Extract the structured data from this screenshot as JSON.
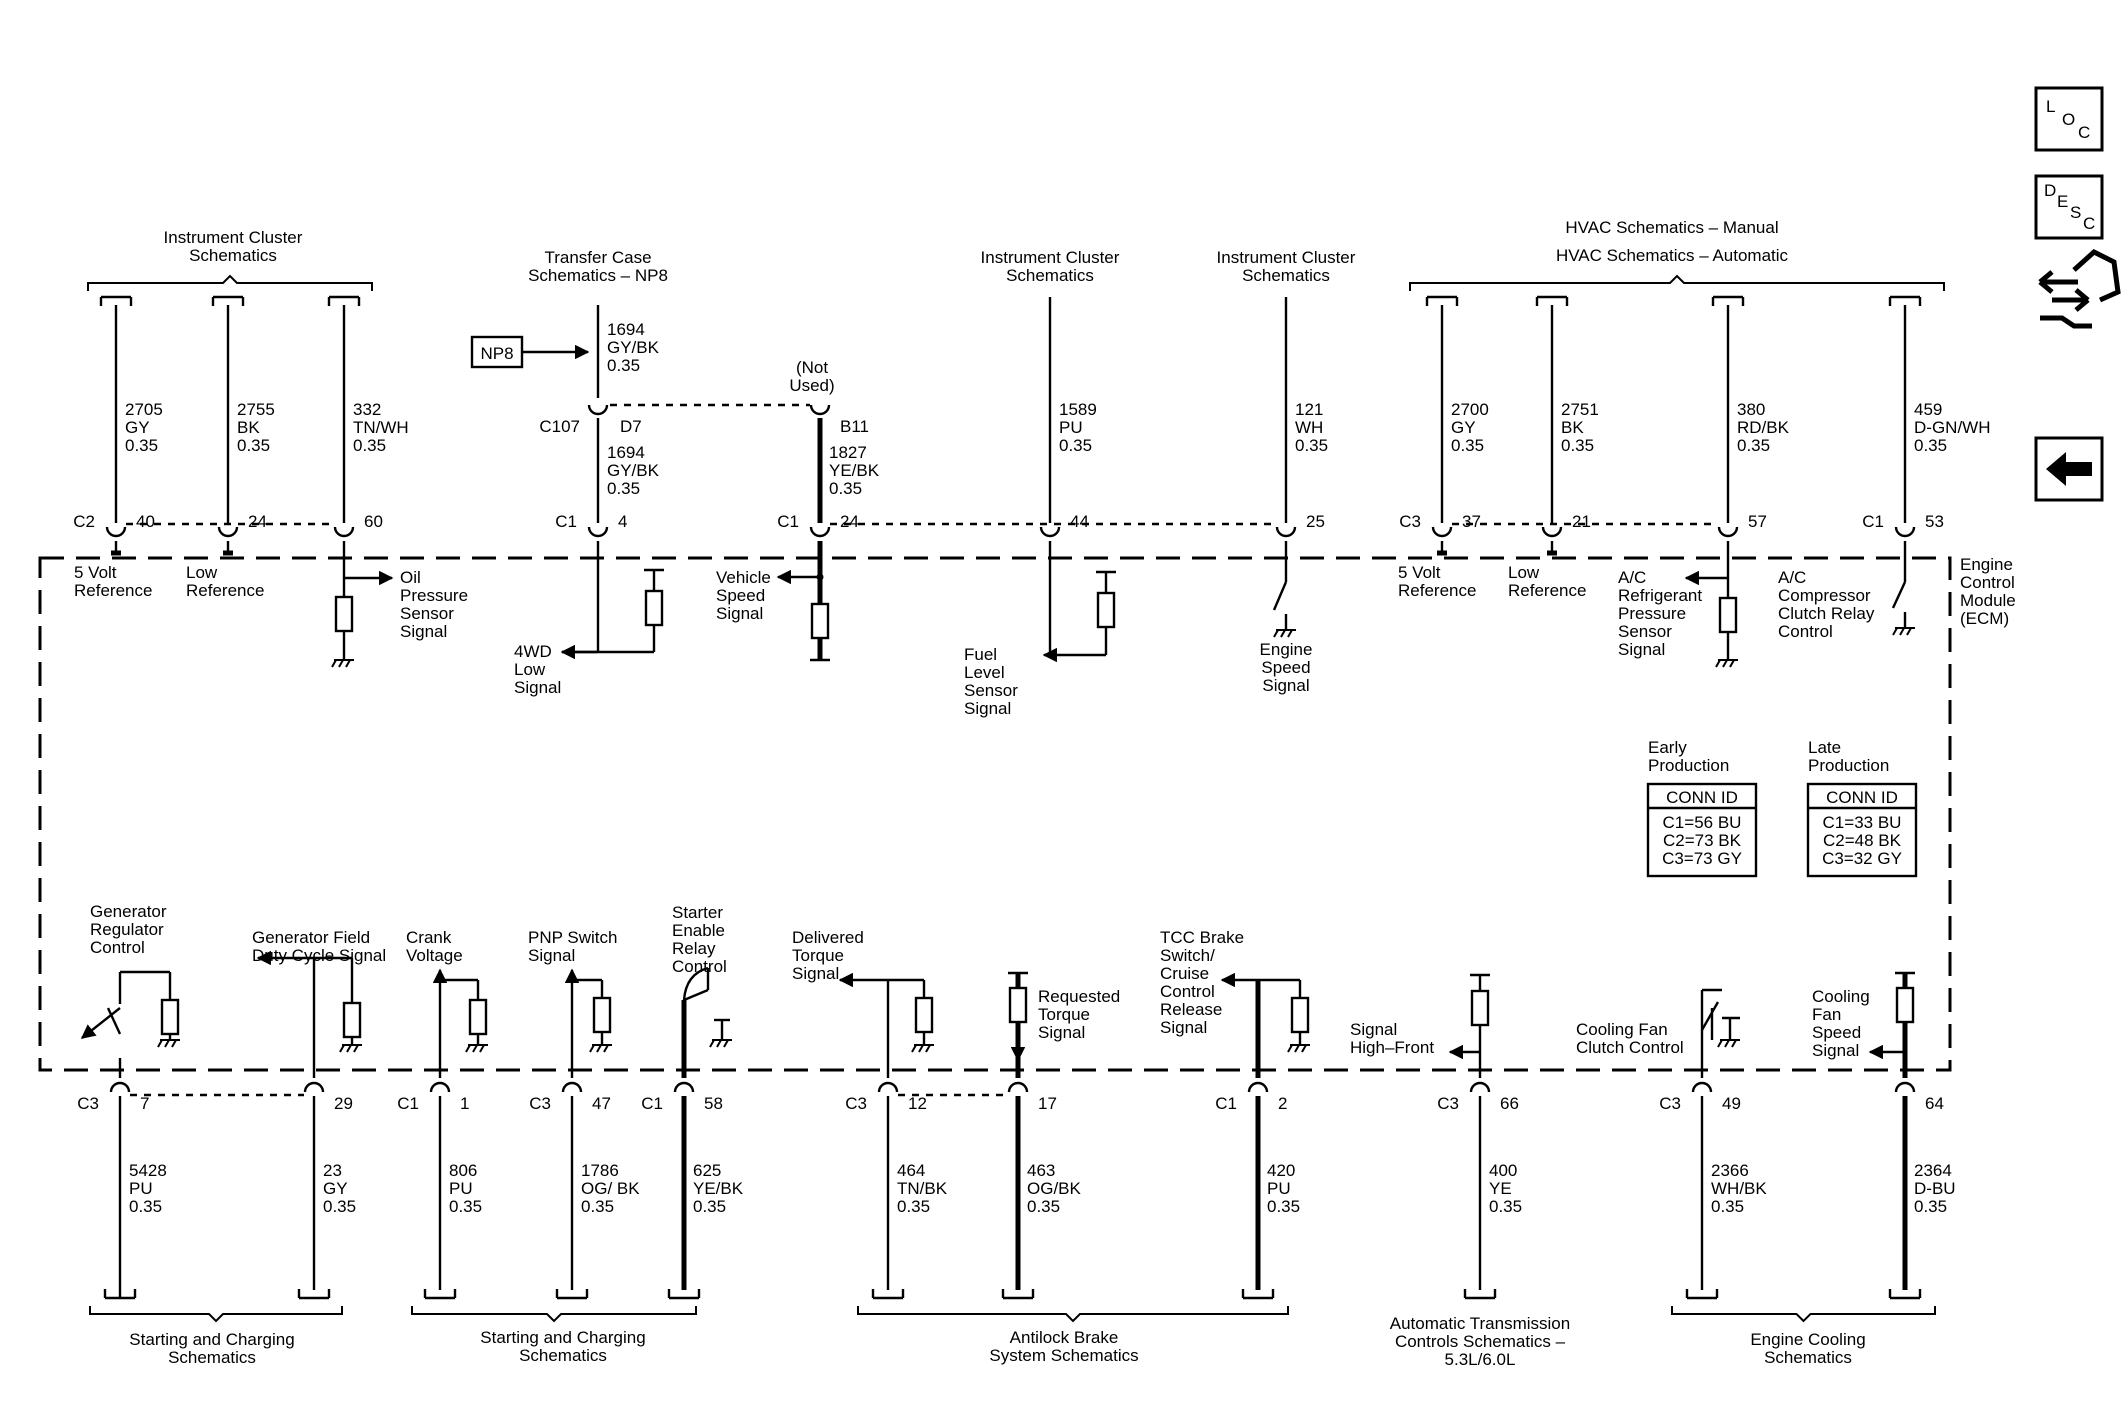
{
  "destinations": {
    "top_ic1": [
      "Instrument Cluster",
      "Schematics"
    ],
    "top_tc": [
      "Transfer Case",
      "Schematics – NP8"
    ],
    "top_ic2": [
      "Instrument Cluster",
      "Schematics"
    ],
    "top_ic3": [
      "Instrument Cluster",
      "Schematics"
    ],
    "top_hvac": [
      "HVAC Schematics – Manual",
      "HVAC Schematics – Automatic"
    ],
    "bot_sc1": [
      "Starting and Charging",
      "Schematics"
    ],
    "bot_sc2": [
      "Starting and Charging",
      "Schematics"
    ],
    "bot_abs": [
      "Antilock Brake",
      "System Schematics"
    ],
    "bot_atc": [
      "Automatic Transmission",
      "Controls Schematics –",
      "5.3L/6.0L"
    ],
    "bot_ec": [
      "Engine Cooling",
      "Schematics"
    ]
  },
  "np8_label": "NP8",
  "not_used": [
    "(Not",
    "Used)"
  ],
  "ecm_label": [
    "Engine",
    "Control",
    "Module",
    "(ECM)"
  ],
  "inline_connector": {
    "name": "C107",
    "pin_a": "D7",
    "pin_b": "B11"
  },
  "upper_wire_tc": [
    "1694",
    "GY/BK",
    "0.35"
  ],
  "top_wires": [
    {
      "circuit": [
        "2705",
        "GY",
        "0.35"
      ],
      "conn": "C2",
      "pin": "40",
      "signal": [
        "5 Volt",
        "Reference"
      ]
    },
    {
      "circuit": [
        "2755",
        "BK",
        "0.35"
      ],
      "conn": "",
      "pin": "24",
      "signal": [
        "Low",
        "Reference"
      ]
    },
    {
      "circuit": [
        "332",
        "TN/WH",
        "0.35"
      ],
      "conn": "",
      "pin": "60",
      "signal": [
        "Oil",
        "Pressure",
        "Sensor",
        "Signal"
      ]
    },
    {
      "circuit": [
        "1694",
        "GY/BK",
        "0.35"
      ],
      "conn": "C1",
      "pin": "4",
      "signal": [
        "4WD",
        "Low",
        "Signal"
      ]
    },
    {
      "circuit": [
        "1827",
        "YE/BK",
        "0.35"
      ],
      "conn": "C1",
      "pin": "24",
      "signal": [
        "Vehicle",
        "Speed",
        "Signal"
      ]
    },
    {
      "circuit": [
        "1589",
        "PU",
        "0.35"
      ],
      "conn": "",
      "pin": "44",
      "signal": [
        "Fuel",
        "Level",
        "Sensor",
        "Signal"
      ]
    },
    {
      "circuit": [
        "121",
        "WH",
        "0.35"
      ],
      "conn": "",
      "pin": "25",
      "signal": [
        "Engine",
        "Speed",
        "Signal"
      ]
    },
    {
      "circuit": [
        "2700",
        "GY",
        "0.35"
      ],
      "conn": "C3",
      "pin": "37",
      "signal": [
        "5 Volt",
        "Reference"
      ]
    },
    {
      "circuit": [
        "2751",
        "BK",
        "0.35"
      ],
      "conn": "",
      "pin": "21",
      "signal": [
        "Low",
        "Reference"
      ]
    },
    {
      "circuit": [
        "380",
        "RD/BK",
        "0.35"
      ],
      "conn": "",
      "pin": "57",
      "signal": [
        "A/C",
        "Refrigerant",
        "Pressure",
        "Sensor",
        "Signal"
      ]
    },
    {
      "circuit": [
        "459",
        "D-GN/WH",
        "0.35"
      ],
      "conn": "C1",
      "pin": "53",
      "signal": [
        "A/C",
        "Compressor",
        "Clutch Relay",
        "Control"
      ]
    }
  ],
  "bottom_wires": [
    {
      "circuit": [
        "5428",
        "PU",
        "0.35"
      ],
      "conn": "C3",
      "pin": "7",
      "signal": [
        "Generator",
        "Regulator",
        "Control"
      ]
    },
    {
      "circuit": [
        "23",
        "GY",
        "0.35"
      ],
      "conn": "",
      "pin": "29",
      "signal": [
        "Generator Field",
        "Duty Cycle Signal"
      ]
    },
    {
      "circuit": [
        "806",
        "PU",
        "0.35"
      ],
      "conn": "C1",
      "pin": "1",
      "signal": [
        "Crank",
        "Voltage"
      ]
    },
    {
      "circuit": [
        "1786",
        "OG/ BK",
        "0.35"
      ],
      "conn": "C3",
      "pin": "47",
      "signal": [
        "PNP Switch",
        "Signal"
      ]
    },
    {
      "circuit": [
        "625",
        "YE/BK",
        "0.35"
      ],
      "conn": "C1",
      "pin": "58",
      "signal": [
        "Starter",
        "Enable",
        "Relay",
        "Control"
      ]
    },
    {
      "circuit": [
        "464",
        "TN/BK",
        "0.35"
      ],
      "conn": "C3",
      "pin": "12",
      "signal": [
        "Delivered",
        "Torque",
        "Signal"
      ]
    },
    {
      "circuit": [
        "463",
        "OG/BK",
        "0.35"
      ],
      "conn": "",
      "pin": "17",
      "signal": [
        "Requested",
        "Torque",
        "Signal"
      ]
    },
    {
      "circuit": [
        "420",
        "PU",
        "0.35"
      ],
      "conn": "C1",
      "pin": "2",
      "signal": [
        "TCC Brake",
        "Switch/",
        "Cruise",
        "Control",
        "Release",
        "Signal"
      ]
    },
    {
      "circuit": [
        "400",
        "YE",
        "0.35"
      ],
      "conn": "C3",
      "pin": "66",
      "signal": [
        "Signal",
        "High–Front"
      ]
    },
    {
      "circuit": [
        "2366",
        "WH/BK",
        "0.35"
      ],
      "conn": "C3",
      "pin": "49",
      "signal": [
        "Cooling Fan",
        "Clutch Control"
      ]
    },
    {
      "circuit": [
        "2364",
        "D-BU",
        "0.35"
      ],
      "conn": "",
      "pin": "64",
      "signal": [
        "Cooling",
        "Fan",
        "Speed",
        "Signal"
      ]
    }
  ],
  "conn_id_tables": [
    {
      "heading": [
        "Early",
        "Production"
      ],
      "title": "CONN ID",
      "rows": [
        "C1=56 BU",
        "C2=73 BK",
        "C3=73 GY"
      ]
    },
    {
      "heading": [
        "Late",
        "Production"
      ],
      "title": "CONN ID",
      "rows": [
        "C1=33 BU",
        "C2=48 BK",
        "C3=32 GY"
      ]
    }
  ],
  "nav": {
    "loc": [
      "L",
      "O",
      "C"
    ],
    "desc": [
      "D",
      "E",
      "S",
      "C"
    ],
    "swap_icon": "wrench-arrows-icon",
    "back_icon": "back-arrow-icon"
  }
}
